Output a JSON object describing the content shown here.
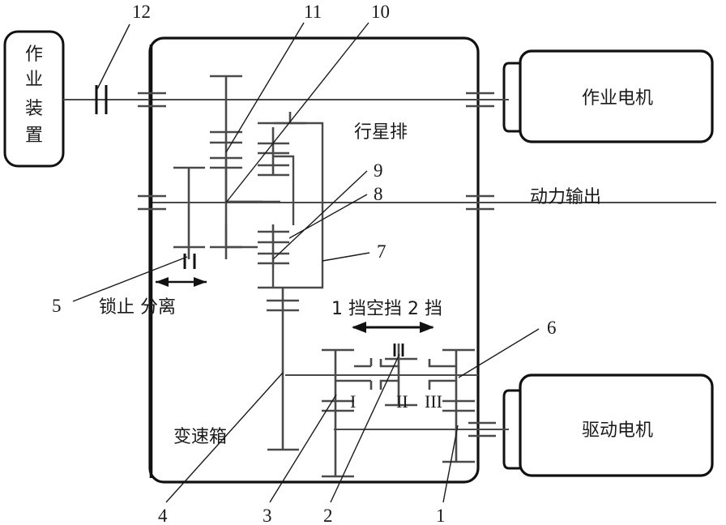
{
  "diagram": {
    "title_components": {
      "work_device": "作业装置",
      "work_motor": "作业电机",
      "drive_motor": "驱动电机",
      "planetary_row": "行星排",
      "power_output": "动力输出",
      "gearbox": "变速箱"
    },
    "annotations": {
      "lock_release": "锁止 分离",
      "gear_shift": "1 挡空挡 2 挡",
      "gear_shift_parts": [
        "1 挡",
        "空挡",
        "2 挡"
      ]
    },
    "roman_numerals": [
      "I",
      "II",
      "III"
    ],
    "callouts": [
      {
        "id": "12",
        "label": "12"
      },
      {
        "id": "11",
        "label": "11"
      },
      {
        "id": "10",
        "label": "10"
      },
      {
        "id": "9",
        "label": "9"
      },
      {
        "id": "8",
        "label": "8"
      },
      {
        "id": "7",
        "label": "7"
      },
      {
        "id": "6",
        "label": "6"
      },
      {
        "id": "5",
        "label": "5"
      },
      {
        "id": "4",
        "label": "4"
      },
      {
        "id": "3",
        "label": "3"
      },
      {
        "id": "2",
        "label": "2"
      },
      {
        "id": "1",
        "label": "1"
      }
    ],
    "colors": {
      "stroke": "#1a1a1a",
      "thin_stroke": "#4a4a4a",
      "background": "#ffffff"
    }
  }
}
